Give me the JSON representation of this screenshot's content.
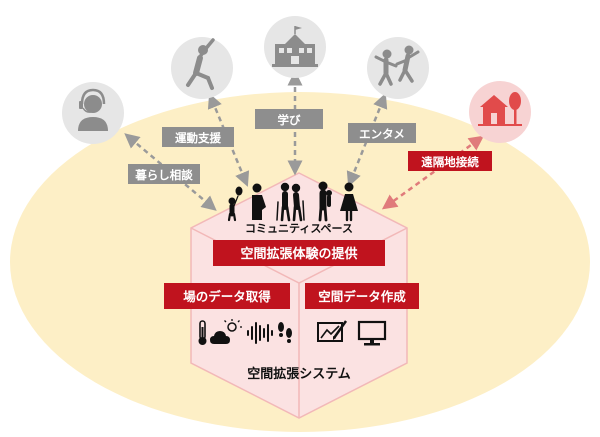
{
  "hub": {
    "community_label": "コミュニティスペース",
    "experience_label": "空間拡張体験の提供",
    "acquire_label": "場のデータ取得",
    "create_label": "空間データ作成",
    "system_label": "空間拡張システム"
  },
  "services": [
    {
      "label": "暮らし相談",
      "icon": "headset-person-icon"
    },
    {
      "label": "運動支援",
      "icon": "exercising-person-icon"
    },
    {
      "label": "学び",
      "icon": "school-building-icon"
    },
    {
      "label": "エンタメ",
      "icon": "dancing-people-icon"
    }
  ],
  "remote": {
    "label": "遠隔地接続",
    "icon": "house-with-tree-icon"
  },
  "sensor_icons": [
    "thermometer-icon",
    "weather-icon",
    "sound-wave-icon",
    "footprints-icon"
  ],
  "output_icons": [
    "drawing-tablet-icon",
    "monitor-icon"
  ],
  "people_icons": [
    "child-with-balloon-icon",
    "pregnant-woman-icon",
    "elderly-couple-icon",
    "parent-with-child-icon",
    "woman-icon"
  ],
  "colors": {
    "ellipse": "#fdefc6",
    "hex_fill": "#fbe2e2",
    "hex_stroke": "#f2b8b8",
    "red": "#c0131e",
    "gray_icon": "#8c8c8c",
    "gray_circle": "#e6e6e6",
    "gray_label": "#8e8e8e",
    "remote_circle": "#f7d3d3",
    "remote_icon": "#e14b4b"
  }
}
